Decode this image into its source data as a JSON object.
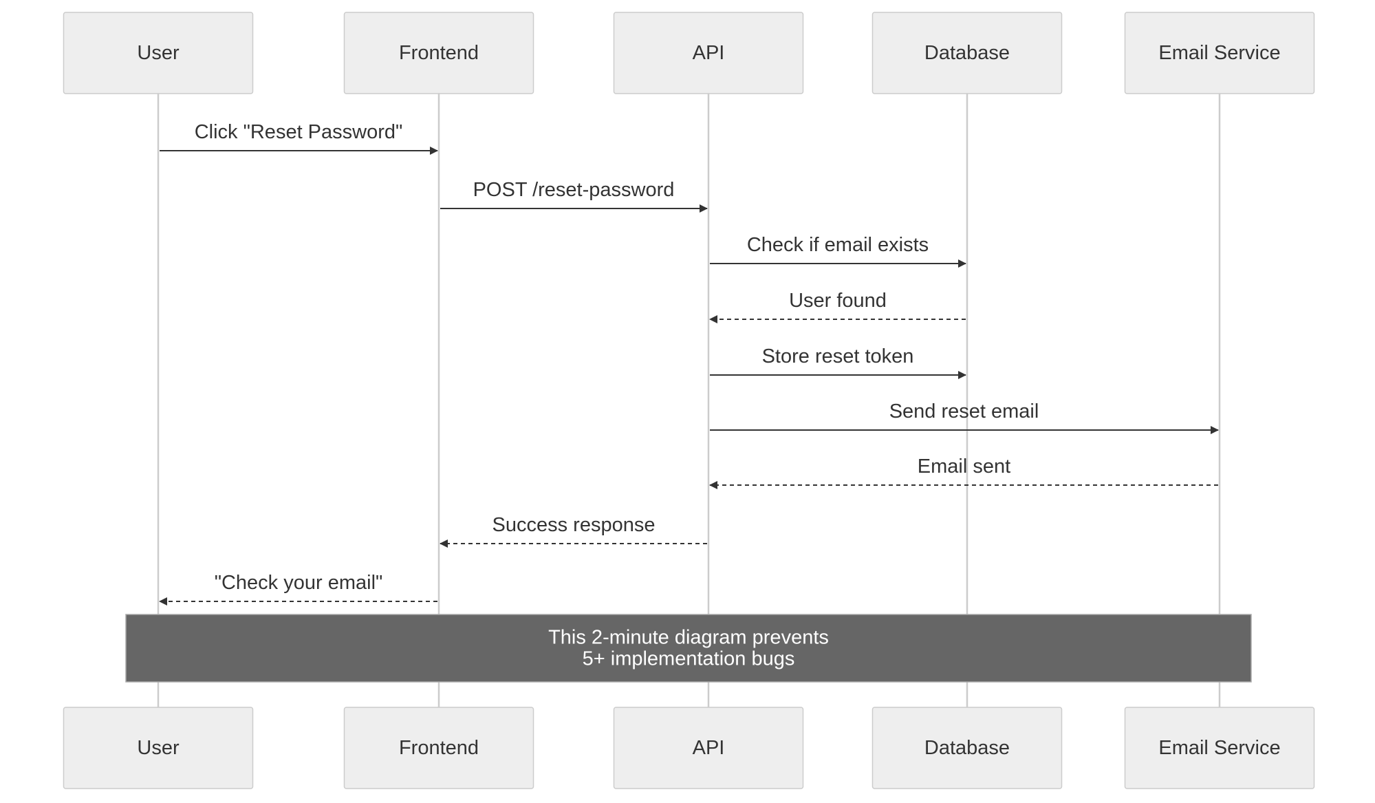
{
  "participants": [
    {
      "id": "user",
      "label": "User"
    },
    {
      "id": "frontend",
      "label": "Frontend"
    },
    {
      "id": "api",
      "label": "API"
    },
    {
      "id": "database",
      "label": "Database"
    },
    {
      "id": "email",
      "label": "Email Service"
    }
  ],
  "messages": [
    {
      "from": "user",
      "to": "frontend",
      "label": "Click \"Reset Password\"",
      "style": "solid"
    },
    {
      "from": "frontend",
      "to": "api",
      "label": "POST /reset-password",
      "style": "solid"
    },
    {
      "from": "api",
      "to": "database",
      "label": "Check if email exists",
      "style": "solid"
    },
    {
      "from": "database",
      "to": "api",
      "label": "User found",
      "style": "dashed"
    },
    {
      "from": "api",
      "to": "database",
      "label": "Store reset token",
      "style": "solid"
    },
    {
      "from": "api",
      "to": "email",
      "label": "Send reset email",
      "style": "solid"
    },
    {
      "from": "email",
      "to": "api",
      "label": "Email sent",
      "style": "dashed"
    },
    {
      "from": "api",
      "to": "frontend",
      "label": "Success response",
      "style": "dashed"
    },
    {
      "from": "frontend",
      "to": "user",
      "label": "\"Check your email\"",
      "style": "dashed"
    }
  ],
  "note": {
    "over": [
      "user",
      "email"
    ],
    "lines": [
      "This 2-minute diagram prevents",
      "5+ implementation bugs"
    ]
  },
  "colors": {
    "participant_fill": "#eeeeee",
    "participant_border": "#cccccc",
    "lifeline": "#cccccc",
    "arrow": "#333333",
    "note_fill": "#666666",
    "note_text": "#ffffff"
  }
}
